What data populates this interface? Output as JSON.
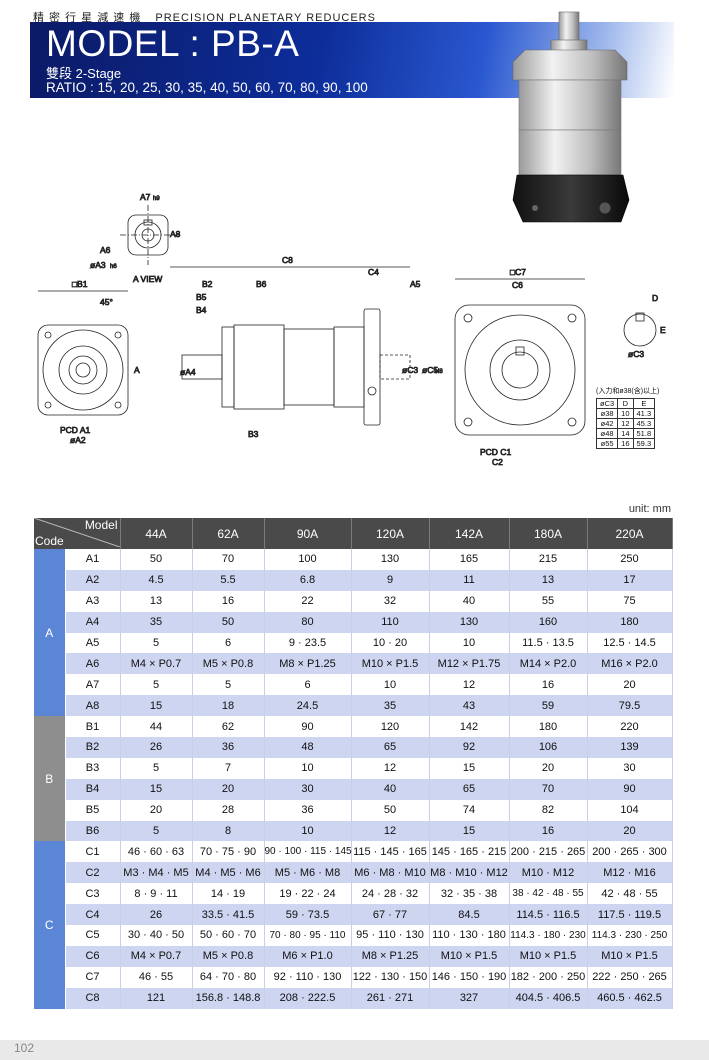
{
  "header": {
    "chinese_title": "精 密 行 星 減 速 機",
    "english_title": "PRECISION PLANETARY REDUCERS",
    "model_title": "MODEL : PB-A",
    "stage": "雙段 2-Stage",
    "ratio": "RATIO : 15, 20, 25, 30, 35, 40, 50, 60, 70, 80, 90, 100"
  },
  "drawing_labels": {
    "a7": "A7",
    "a7_tol": "h9",
    "a8": "A8",
    "a6": "A6",
    "a3": "øA3",
    "a3_tol": "h6",
    "a_view": "A VIEW",
    "b1": "□B1",
    "angle": "45°",
    "a": "A",
    "pcd_a1": "PCD A1",
    "a2": "øA2",
    "c8": "C8",
    "c4": "C4",
    "a5": "A5",
    "b2": "B2",
    "b6": "B6",
    "b5": "B5",
    "b4": "B4",
    "a4": "øA4",
    "a4_tol": "h7",
    "c3": "øC3",
    "c5": "øC5",
    "c5_tol": "H8",
    "b3": "B3",
    "c7": "□C7",
    "c6": "C6",
    "pcd_c1": "PCD C1",
    "c2": "C2",
    "d": "D",
    "e": "E",
    "c3b": "øC3"
  },
  "key_table": {
    "note": "(入力和ø38(含)以上)",
    "headers": [
      "øC3",
      "D",
      "E"
    ],
    "rows": [
      [
        "ø38",
        "10",
        "41.3"
      ],
      [
        "ø42",
        "12",
        "45.3"
      ],
      [
        "ø48",
        "14",
        "51.8"
      ],
      [
        "ø55",
        "16",
        "59.3"
      ]
    ]
  },
  "unit": "unit: mm",
  "table": {
    "corner_model": "Model",
    "corner_code": "Code",
    "columns": [
      "44A",
      "62A",
      "90A",
      "120A",
      "142A",
      "180A",
      "220A"
    ],
    "groups": [
      {
        "name": "A",
        "rows": [
          {
            "code": "A1",
            "values": [
              "50",
              "70",
              "100",
              "130",
              "165",
              "215",
              "250"
            ]
          },
          {
            "code": "A2",
            "values": [
              "4.5",
              "5.5",
              "6.8",
              "9",
              "11",
              "13",
              "17"
            ]
          },
          {
            "code": "A3",
            "values": [
              "13",
              "16",
              "22",
              "32",
              "40",
              "55",
              "75"
            ]
          },
          {
            "code": "A4",
            "values": [
              "35",
              "50",
              "80",
              "110",
              "130",
              "160",
              "180"
            ]
          },
          {
            "code": "A5",
            "values": [
              "5",
              "6",
              "9 · 23.5",
              "10 · 20",
              "10",
              "11.5 · 13.5",
              "12.5 · 14.5"
            ]
          },
          {
            "code": "A6",
            "values": [
              "M4 × P0.7",
              "M5 × P0.8",
              "M8 × P1.25",
              "M10 × P1.5",
              "M12 × P1.75",
              "M14 × P2.0",
              "M16 × P2.0"
            ]
          },
          {
            "code": "A7",
            "values": [
              "5",
              "5",
              "6",
              "10",
              "12",
              "16",
              "20"
            ]
          },
          {
            "code": "A8",
            "values": [
              "15",
              "18",
              "24.5",
              "35",
              "43",
              "59",
              "79.5"
            ]
          }
        ]
      },
      {
        "name": "B",
        "rows": [
          {
            "code": "B1",
            "values": [
              "44",
              "62",
              "90",
              "120",
              "142",
              "180",
              "220"
            ]
          },
          {
            "code": "B2",
            "values": [
              "26",
              "36",
              "48",
              "65",
              "92",
              "106",
              "139"
            ]
          },
          {
            "code": "B3",
            "values": [
              "5",
              "7",
              "10",
              "12",
              "15",
              "20",
              "30"
            ]
          },
          {
            "code": "B4",
            "values": [
              "15",
              "20",
              "30",
              "40",
              "65",
              "70",
              "90"
            ]
          },
          {
            "code": "B5",
            "values": [
              "20",
              "28",
              "36",
              "50",
              "74",
              "82",
              "104"
            ]
          },
          {
            "code": "B6",
            "values": [
              "5",
              "8",
              "10",
              "12",
              "15",
              "16",
              "20"
            ]
          }
        ]
      },
      {
        "name": "C",
        "rows": [
          {
            "code": "C1",
            "values": [
              "46 · 60 · 63",
              "70 · 75 · 90",
              "90 · 100 · 115 · 145",
              "115 · 145 · 165",
              "145 · 165 · 215",
              "200 · 215 · 265",
              "200 · 265 · 300"
            ]
          },
          {
            "code": "C2",
            "values": [
              "M3 · M4 · M5",
              "M4 · M5 · M6",
              "M5 · M6 · M8",
              "M6 · M8 · M10",
              "M8 · M10 · M12",
              "M10 · M12",
              "M12 · M16"
            ]
          },
          {
            "code": "C3",
            "values": [
              "8 · 9 · 11",
              "14 · 19",
              "19 · 22 · 24",
              "24 · 28 · 32",
              "32 · 35 · 38",
              "38 · 42 · 48 · 55",
              "42 · 48 · 55"
            ]
          },
          {
            "code": "C4",
            "values": [
              "26",
              "33.5 · 41.5",
              "59 · 73.5",
              "67 · 77",
              "84.5",
              "114.5 · 116.5",
              "117.5 · 119.5"
            ]
          },
          {
            "code": "C5",
            "values": [
              "30 · 40 · 50",
              "50 · 60 · 70",
              "70 · 80 · 95 · 110",
              "95 · 110 · 130",
              "110 · 130 · 180",
              "114.3 · 180 · 230",
              "114.3 · 230 · 250"
            ]
          },
          {
            "code": "C6",
            "values": [
              "M4 × P0.7",
              "M5 × P0.8",
              "M6 × P1.0",
              "M8 × P1.25",
              "M10 × P1.5",
              "M10 × P1.5",
              "M10 × P1.5"
            ]
          },
          {
            "code": "C7",
            "values": [
              "46 · 55",
              "64 · 70 · 80",
              "92 · 110 · 130",
              "122 · 130 · 150",
              "146 · 150 · 190",
              "182 · 200 · 250",
              "222 · 250 · 265"
            ]
          },
          {
            "code": "C8",
            "values": [
              "121",
              "156.8 · 148.8",
              "208 · 222.5",
              "261 · 271",
              "327",
              "404.5 · 406.5",
              "460.5 · 462.5"
            ]
          }
        ]
      }
    ]
  },
  "page_number": "102"
}
